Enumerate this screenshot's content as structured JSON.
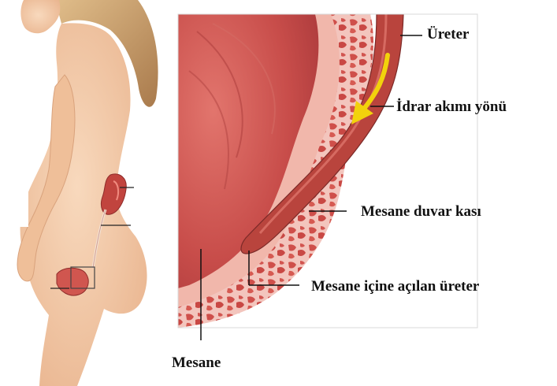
{
  "labels": {
    "ureter": "Üreter",
    "urine_flow": "İdrar akımı yönü",
    "bladder_wall_muscle": "Mesane  duvar kası",
    "ureter_opening": "Mesane içine açılan üreter",
    "bladder": "Mesane"
  },
  "colors": {
    "skin": "#f3c9a6",
    "hair": "#c9a070",
    "bladder_interior": "#c24a48",
    "bladder_wall": "#e88d84",
    "muscle_tissue": "#cf4f4a",
    "ureter": "#b8453f",
    "flow_arrow": "#f2d20c",
    "label_text": "#111111"
  }
}
